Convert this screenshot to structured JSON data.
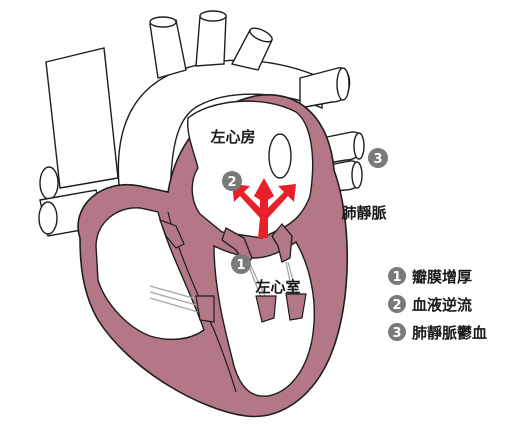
{
  "labels": {
    "left_atrium": "左心房",
    "left_ventricle": "左心室",
    "pulmonary_vein": "肺靜脈"
  },
  "markers": {
    "m1": "1",
    "m2": "2",
    "m3": "3"
  },
  "legend": {
    "items": [
      {
        "number": "1",
        "text": "瓣膜增厚"
      },
      {
        "number": "2",
        "text": "血液逆流"
      },
      {
        "number": "3",
        "text": "肺靜脈鬱血"
      }
    ]
  },
  "colors": {
    "myocardium": "#b47786",
    "outline": "#1e1e1e",
    "chamber": "#ffffff",
    "regurgitation_arrow": "#e8202a",
    "marker": "#7a7a7a",
    "chordae": "#a6a6a6"
  }
}
